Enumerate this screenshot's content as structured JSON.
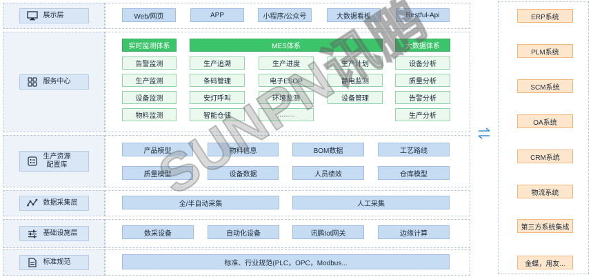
{
  "layers": {
    "display": "展示层",
    "service": "服务中心",
    "resource": "生产资源\n配置库",
    "collect": "数据采集层",
    "infra": "基础设施层",
    "standard": "标准规范"
  },
  "display_items": [
    "Web/网页",
    "APP",
    "小程序/公众号",
    "大数据看板",
    "Restful-Api"
  ],
  "service": {
    "left_head": "实时监测体系",
    "left_items": [
      "告警监测",
      "生产监测",
      "设备监测",
      "物料监测"
    ],
    "mes_head": "MES体系",
    "mes_items": [
      "生产追溯",
      "生产进度",
      "生产计划",
      "条码管理",
      "电子ESOP",
      "静电监测",
      "安灯呼叫",
      "环境监测",
      "设备管理",
      "智能仓储",
      "........."
    ],
    "right_head": "大数据体系",
    "right_items": [
      "设备分析",
      "质量分析",
      "告警分析",
      "生产分析"
    ]
  },
  "resource_items": [
    "产品模型",
    "物料信息",
    "BOM数据",
    "工艺路线",
    "质量模型",
    "设备数据",
    "人员绩效",
    "仓库模型"
  ],
  "collect_items": [
    "全/半自动采集",
    "人工采集"
  ],
  "infra_items": [
    "数采设备",
    "自动化设备",
    "讯鹏Iot网关",
    "边缘计算"
  ],
  "standard_text": "标准、行业规范(PLC，OPC，Modbus...",
  "external_systems": [
    "ERP系统",
    "PLM系统",
    "SCM系统",
    "OA系统",
    "CRM系统",
    "物流系统",
    "第三方系统集成",
    "金蝶，用友..."
  ],
  "watermark": "SUNPN讯鹏",
  "colors": {
    "layer_label_bg": "#d8e6f6",
    "blue_box": "#c6dcf3",
    "green_head": "#3cc46a",
    "green_box": "#eaf8ee",
    "orange_box": "#fde6cc",
    "arrow": "#3a8fd6"
  },
  "icons": {
    "display": "monitor-icon",
    "service": "grid-icon",
    "resource": "list-card-icon",
    "collect": "pulse-icon",
    "infra": "sliders-icon",
    "standard": "document-icon",
    "exchange": "swap-arrows-icon"
  }
}
